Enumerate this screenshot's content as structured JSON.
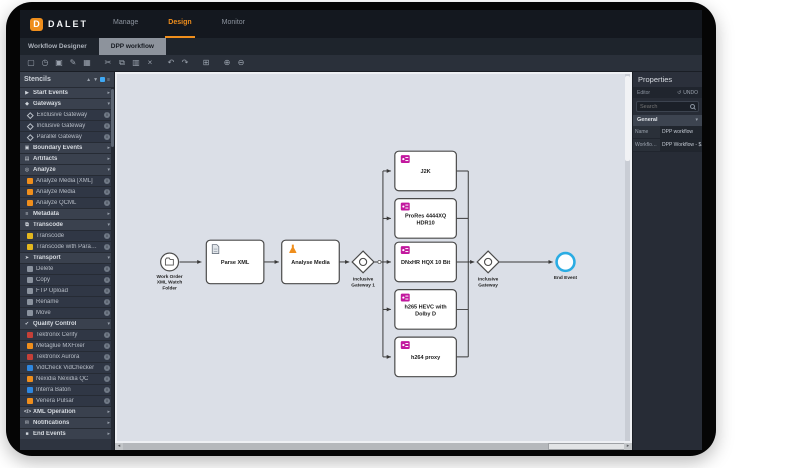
{
  "colors": {
    "accent": "#ef8e1c",
    "transcode-magenta": "#c2189e",
    "end-event-cyan": "#2aace3"
  },
  "topbar": {
    "logo_mark": "D",
    "logo_text": "DALET",
    "tabs": [
      {
        "label": "Manage"
      },
      {
        "label": "Design"
      },
      {
        "label": "Monitor"
      }
    ],
    "active_tab": "Design"
  },
  "docbar": {
    "app_label": "Workflow Designer",
    "active_doc_tab": "DPP workflow"
  },
  "toolbar": {
    "icons": [
      {
        "name": "new-icon",
        "glyph": "▢"
      },
      {
        "name": "open-icon",
        "glyph": "◷"
      },
      {
        "name": "import-icon",
        "glyph": "▣"
      },
      {
        "name": "edit-icon",
        "glyph": "✎"
      },
      {
        "name": "save-icon",
        "glyph": "▦"
      },
      {
        "name": "cut-icon",
        "glyph": "✂"
      },
      {
        "name": "copy-icon",
        "glyph": "⧉"
      },
      {
        "name": "paste-icon",
        "glyph": "▥"
      },
      {
        "name": "delete-icon",
        "glyph": "×"
      },
      {
        "name": "undo-icon",
        "glyph": "↶"
      },
      {
        "name": "redo-icon",
        "glyph": "↷"
      },
      {
        "name": "grid-icon",
        "glyph": "⊞"
      },
      {
        "name": "zoom-in-icon",
        "glyph": "⊕"
      },
      {
        "name": "zoom-out-icon",
        "glyph": "⊖"
      }
    ]
  },
  "stencils": {
    "title": "Stencils",
    "rows": [
      {
        "label": "Start Events",
        "glyph": "▶",
        "chev": "▸"
      },
      {
        "label": "Gateways",
        "glyph": "◆",
        "chev": "▾"
      },
      {
        "label": "Exclusive Gateway"
      },
      {
        "label": "Inclusive Gateway"
      },
      {
        "label": "Parallel Gateway"
      },
      {
        "label": "Boundary Events",
        "glyph": "▣",
        "chev": "▸"
      },
      {
        "label": "Artifacts",
        "glyph": "▤",
        "chev": "▸"
      },
      {
        "label": "Analyze",
        "glyph": "◎",
        "chev": "▾"
      },
      {
        "label": "Analyze Media [XML]"
      },
      {
        "label": "Analyze Media"
      },
      {
        "label": "Analyze QCML"
      },
      {
        "label": "Metadata",
        "glyph": "≡",
        "chev": "▸"
      },
      {
        "label": "Transcode",
        "glyph": "⧉",
        "chev": "▾"
      },
      {
        "label": "Transcode"
      },
      {
        "label": "Transcode with Parameters"
      },
      {
        "label": "Transport",
        "glyph": "➤",
        "chev": "▾"
      },
      {
        "label": "Delete"
      },
      {
        "label": "Copy"
      },
      {
        "label": "FTP Upload"
      },
      {
        "label": "Rename"
      },
      {
        "label": "Move"
      },
      {
        "label": "Quality Control",
        "glyph": "✔",
        "chev": "▾"
      },
      {
        "label": "Tektronix Cerify"
      },
      {
        "label": "Metaglue MXFixer"
      },
      {
        "label": "Tektronix Aurora"
      },
      {
        "label": "VidCheck VidChecker"
      },
      {
        "label": "Nexidia Nexidia QC"
      },
      {
        "label": "Interra Baton"
      },
      {
        "label": "Venera Pulsar"
      },
      {
        "label": "XML Operation",
        "glyph": "</>",
        "chev": "▸"
      },
      {
        "label": "Notifications",
        "glyph": "✉",
        "chev": "▸"
      },
      {
        "label": "End Events",
        "glyph": "■",
        "chev": "▸"
      }
    ]
  },
  "diagram": {
    "start_event": {
      "lines": [
        "Work Order",
        "XML Watch",
        "Folder"
      ]
    },
    "parse_task": {
      "label": "Parse XML"
    },
    "analyse_task": {
      "label": "Analyse Media"
    },
    "split_gateway": {
      "lines": [
        "Inclusive",
        "Gateway 1"
      ]
    },
    "transcode_tasks": [
      {
        "lines": [
          "J2K"
        ]
      },
      {
        "lines": [
          "ProRes 4444XQ",
          "HDR10"
        ]
      },
      {
        "lines": [
          "DNxHR HQX 10 Bit"
        ]
      },
      {
        "lines": [
          "h265 HEVC with",
          "Dolby D"
        ]
      },
      {
        "lines": [
          "h264 proxy"
        ]
      }
    ],
    "merge_gateway": {
      "lines": [
        "Inclusive",
        "Gateway"
      ]
    },
    "end_event": {
      "label": "End Event"
    }
  },
  "properties": {
    "title": "Properties",
    "editor_label": "Editor",
    "undo_glyph": "↺",
    "undo_label": "UNDO",
    "search_placeholder": "Search",
    "group_label": "General",
    "group_chev": "▾",
    "rows": [
      {
        "label": "Name",
        "value": "DPP workflow"
      },
      {
        "label": "Workflow instance...",
        "value": "DPP Workflow - $.."
      }
    ]
  }
}
